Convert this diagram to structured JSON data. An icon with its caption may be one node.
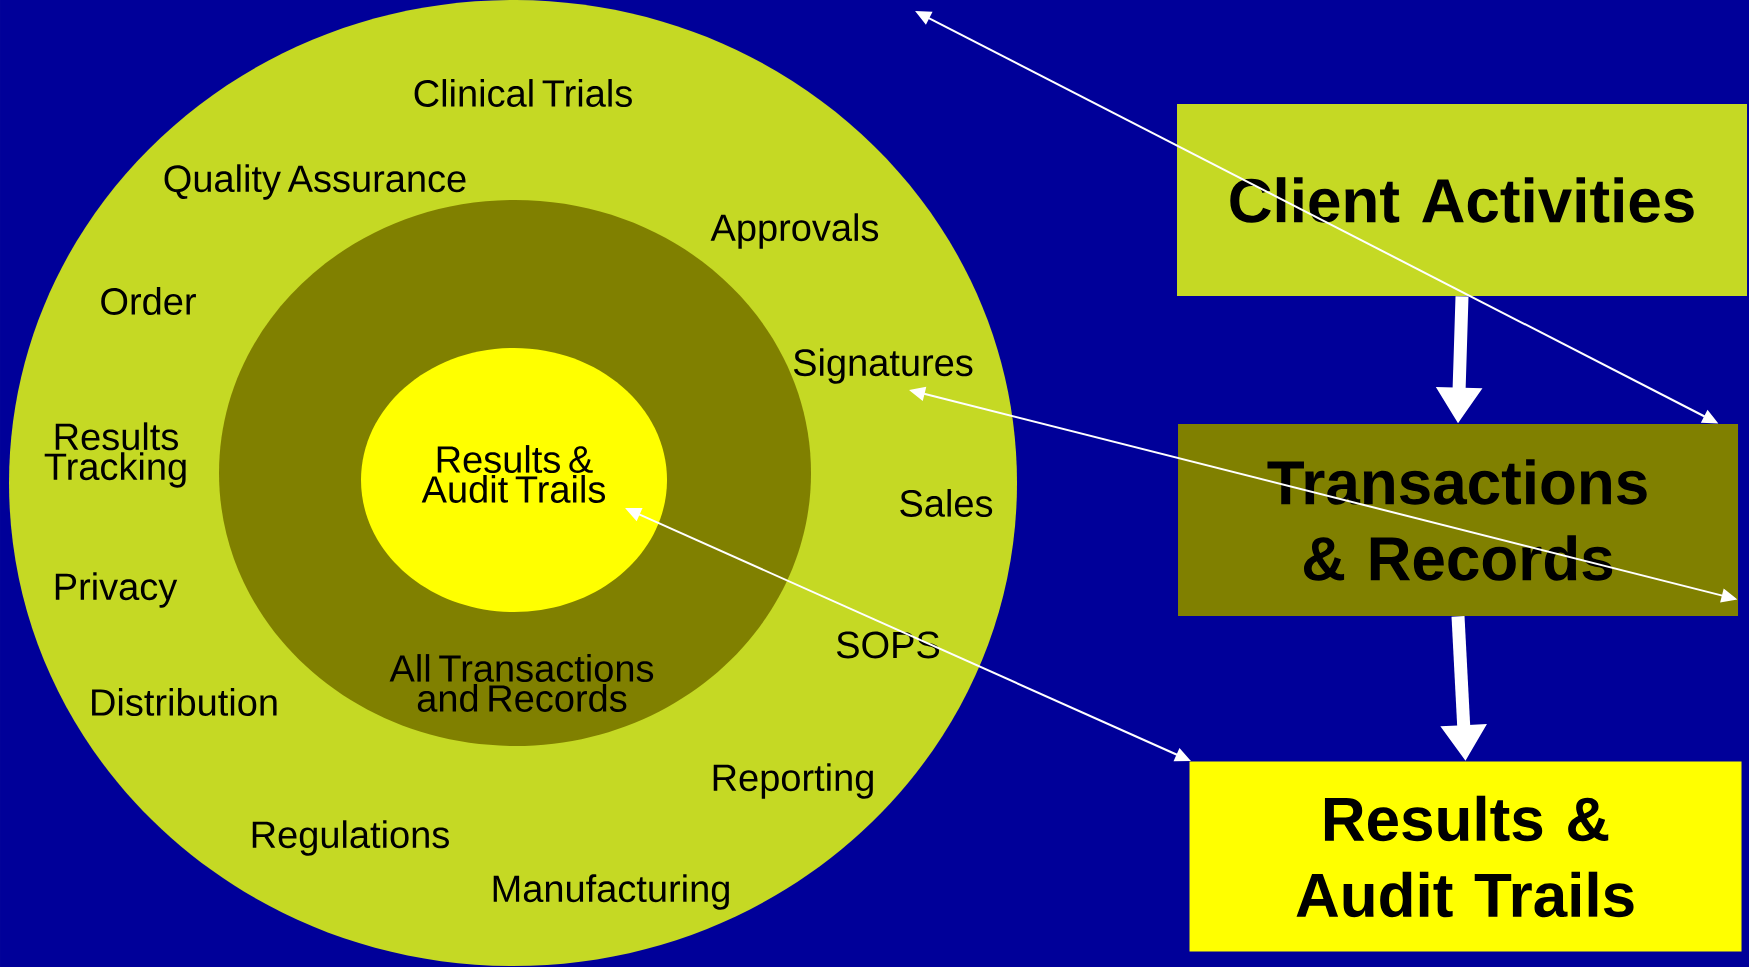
{
  "diagram": {
    "nodes": [
      {
        "text": [
          "Clinical Trials",
          "Quality Assurance",
          "Approvals",
          "Order",
          "Signatures",
          "Results Tracking",
          "Sales",
          "Privacy",
          "SOPS",
          "Distribution",
          "Reporting",
          "Regulations",
          "Manufacturing"
        ]
      },
      {
        "text": [
          "All Transactions and Records"
        ],
        "in": 0
      },
      {
        "text": [
          "Results & Audit Trails"
        ],
        "in": 1
      },
      {
        "text": [
          "Client Activities"
        ]
      },
      {
        "text": [
          "Transactions & Records"
        ]
      },
      {
        "text": [
          "Results & Audit Trails"
        ]
      }
    ],
    "edges": [
      {
        "from": null,
        "to": 4,
        "arrow": "both"
      },
      {
        "from": 0,
        "to": 4,
        "arrow": "both"
      },
      {
        "from": 2,
        "to": 5,
        "arrow": "both"
      },
      {
        "from": 3,
        "to": 4,
        "arrow": "to",
        "style": "thick"
      },
      {
        "from": 4,
        "to": 5,
        "arrow": "to",
        "style": "thick"
      }
    ]
  }
}
